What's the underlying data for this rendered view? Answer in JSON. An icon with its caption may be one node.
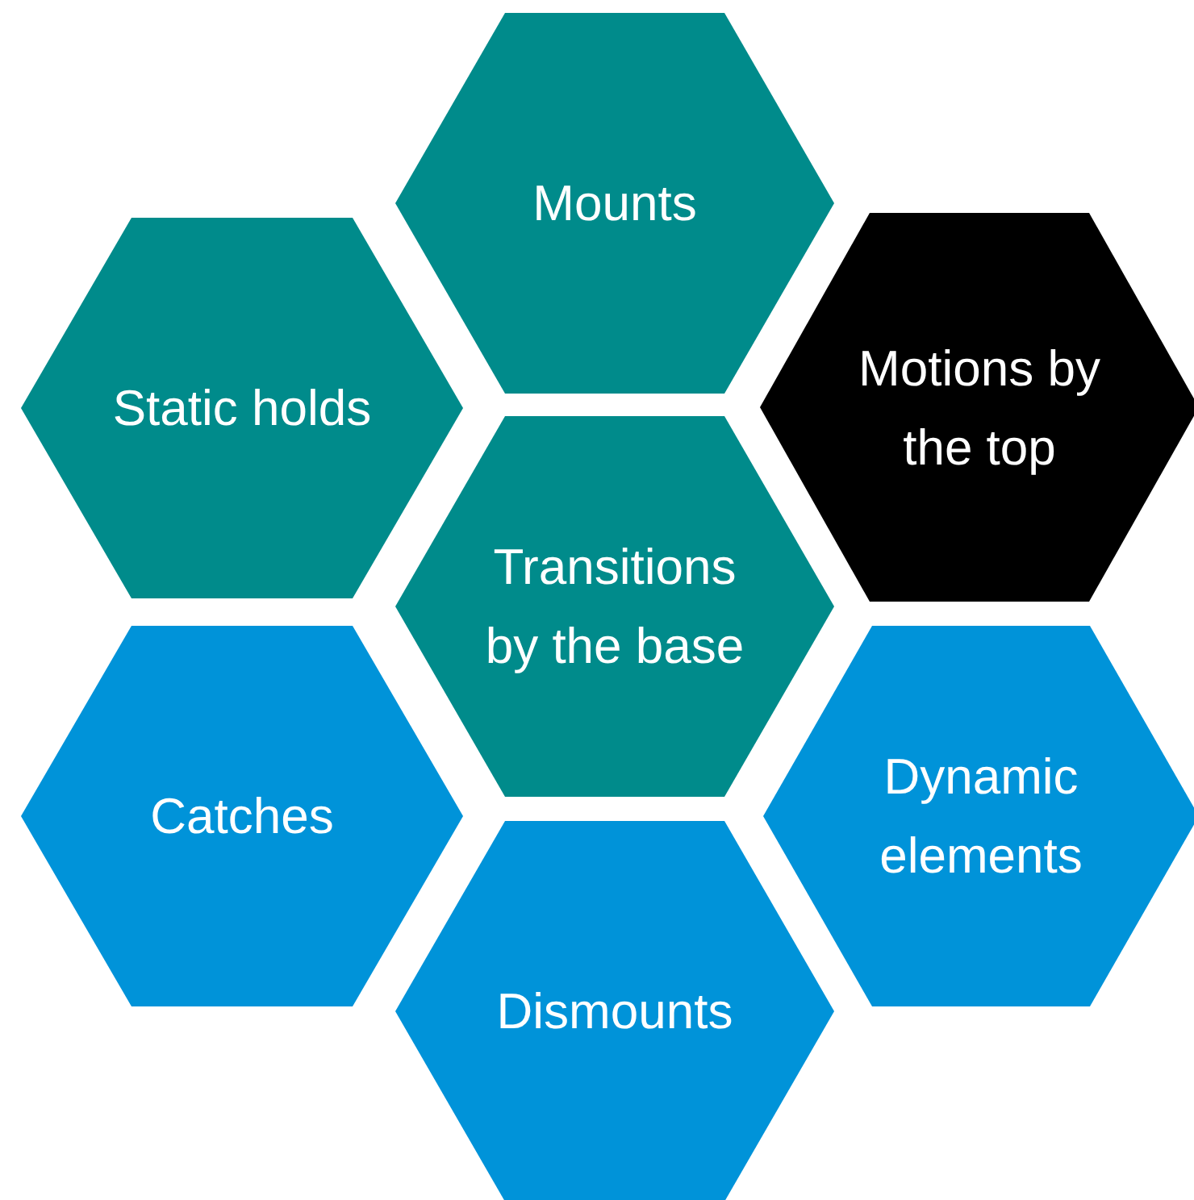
{
  "diagram": {
    "nodes": [
      {
        "text": [
          "Mounts"
        ]
      },
      {
        "text": [
          "Static holds"
        ]
      },
      {
        "text": [
          "Motions by the top"
        ]
      },
      {
        "text": [
          "Transitions by the base"
        ]
      },
      {
        "text": [
          "Catches"
        ]
      },
      {
        "text": [
          "Dynamic elements"
        ]
      },
      {
        "text": [
          "Dismounts"
        ]
      }
    ]
  }
}
